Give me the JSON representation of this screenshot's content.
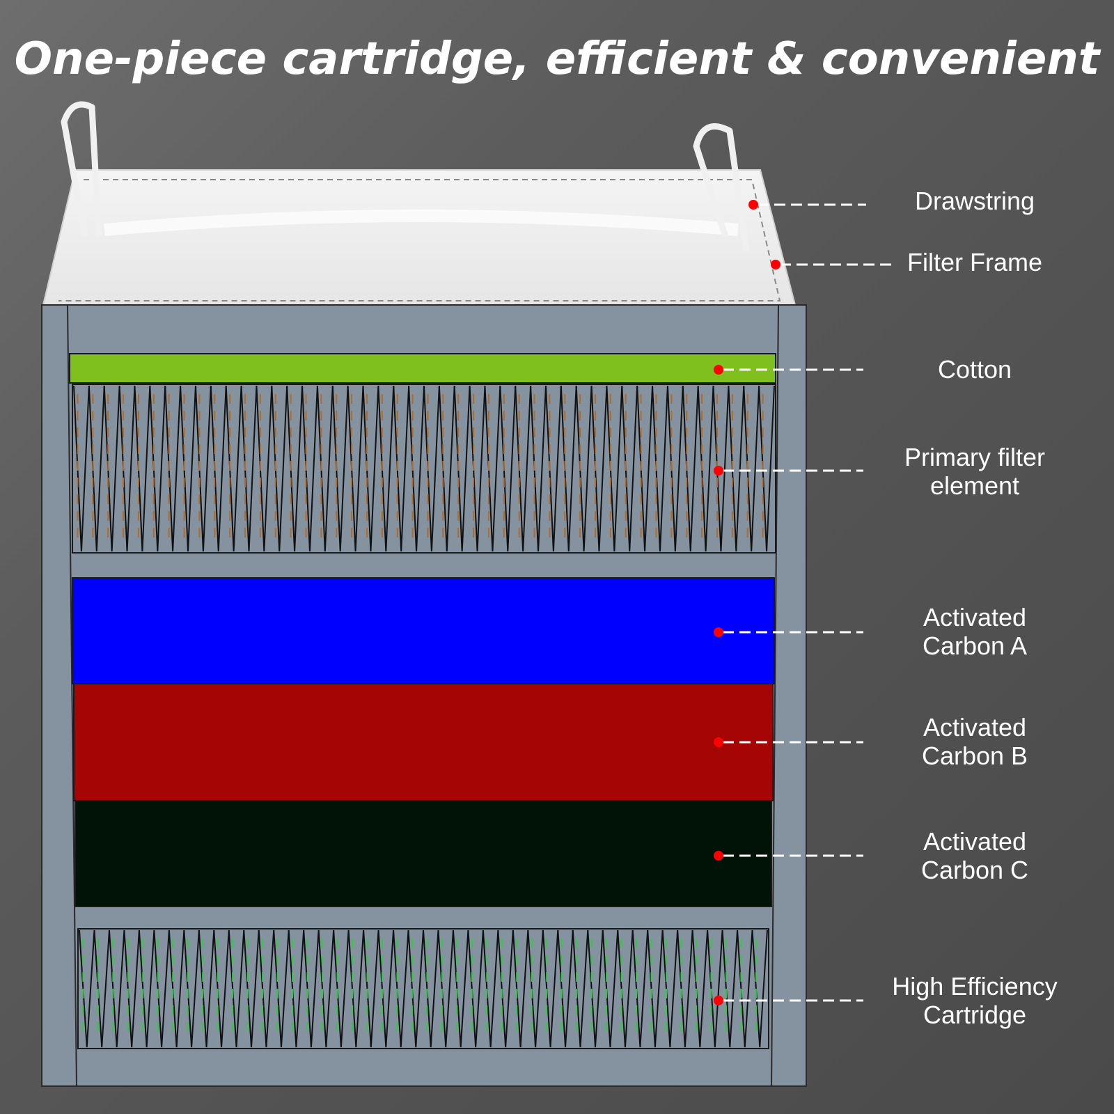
{
  "title": "One-piece cartridge, efficient & convenient",
  "colors": {
    "background": "#5a5a5a",
    "frame": "#8592a0",
    "cotton": "#7fbf1e",
    "carbon_a": "#0000ff",
    "carbon_b": "#a60505",
    "carbon_c": "#001306",
    "marker": "#ff0000",
    "leader": "#ffffff",
    "primary_pleat_accent": "#b06a2a",
    "hec_pleat_accent": "#2ecc40"
  },
  "labels": [
    {
      "id": "drawstring",
      "lines": [
        "Drawstring"
      ]
    },
    {
      "id": "filter-frame",
      "lines": [
        "Filter Frame"
      ]
    },
    {
      "id": "cotton",
      "lines": [
        "Cotton"
      ]
    },
    {
      "id": "primary-filter-element",
      "lines": [
        "Primary filter",
        "element"
      ]
    },
    {
      "id": "activated-carbon-a",
      "lines": [
        "Activated",
        "Carbon A"
      ]
    },
    {
      "id": "activated-carbon-b",
      "lines": [
        "Activated",
        "Carbon B"
      ]
    },
    {
      "id": "activated-carbon-c",
      "lines": [
        "Activated",
        "Carbon C"
      ]
    },
    {
      "id": "high-efficiency-cartridge",
      "lines": [
        "High Efficiency",
        "Cartridge"
      ]
    }
  ]
}
